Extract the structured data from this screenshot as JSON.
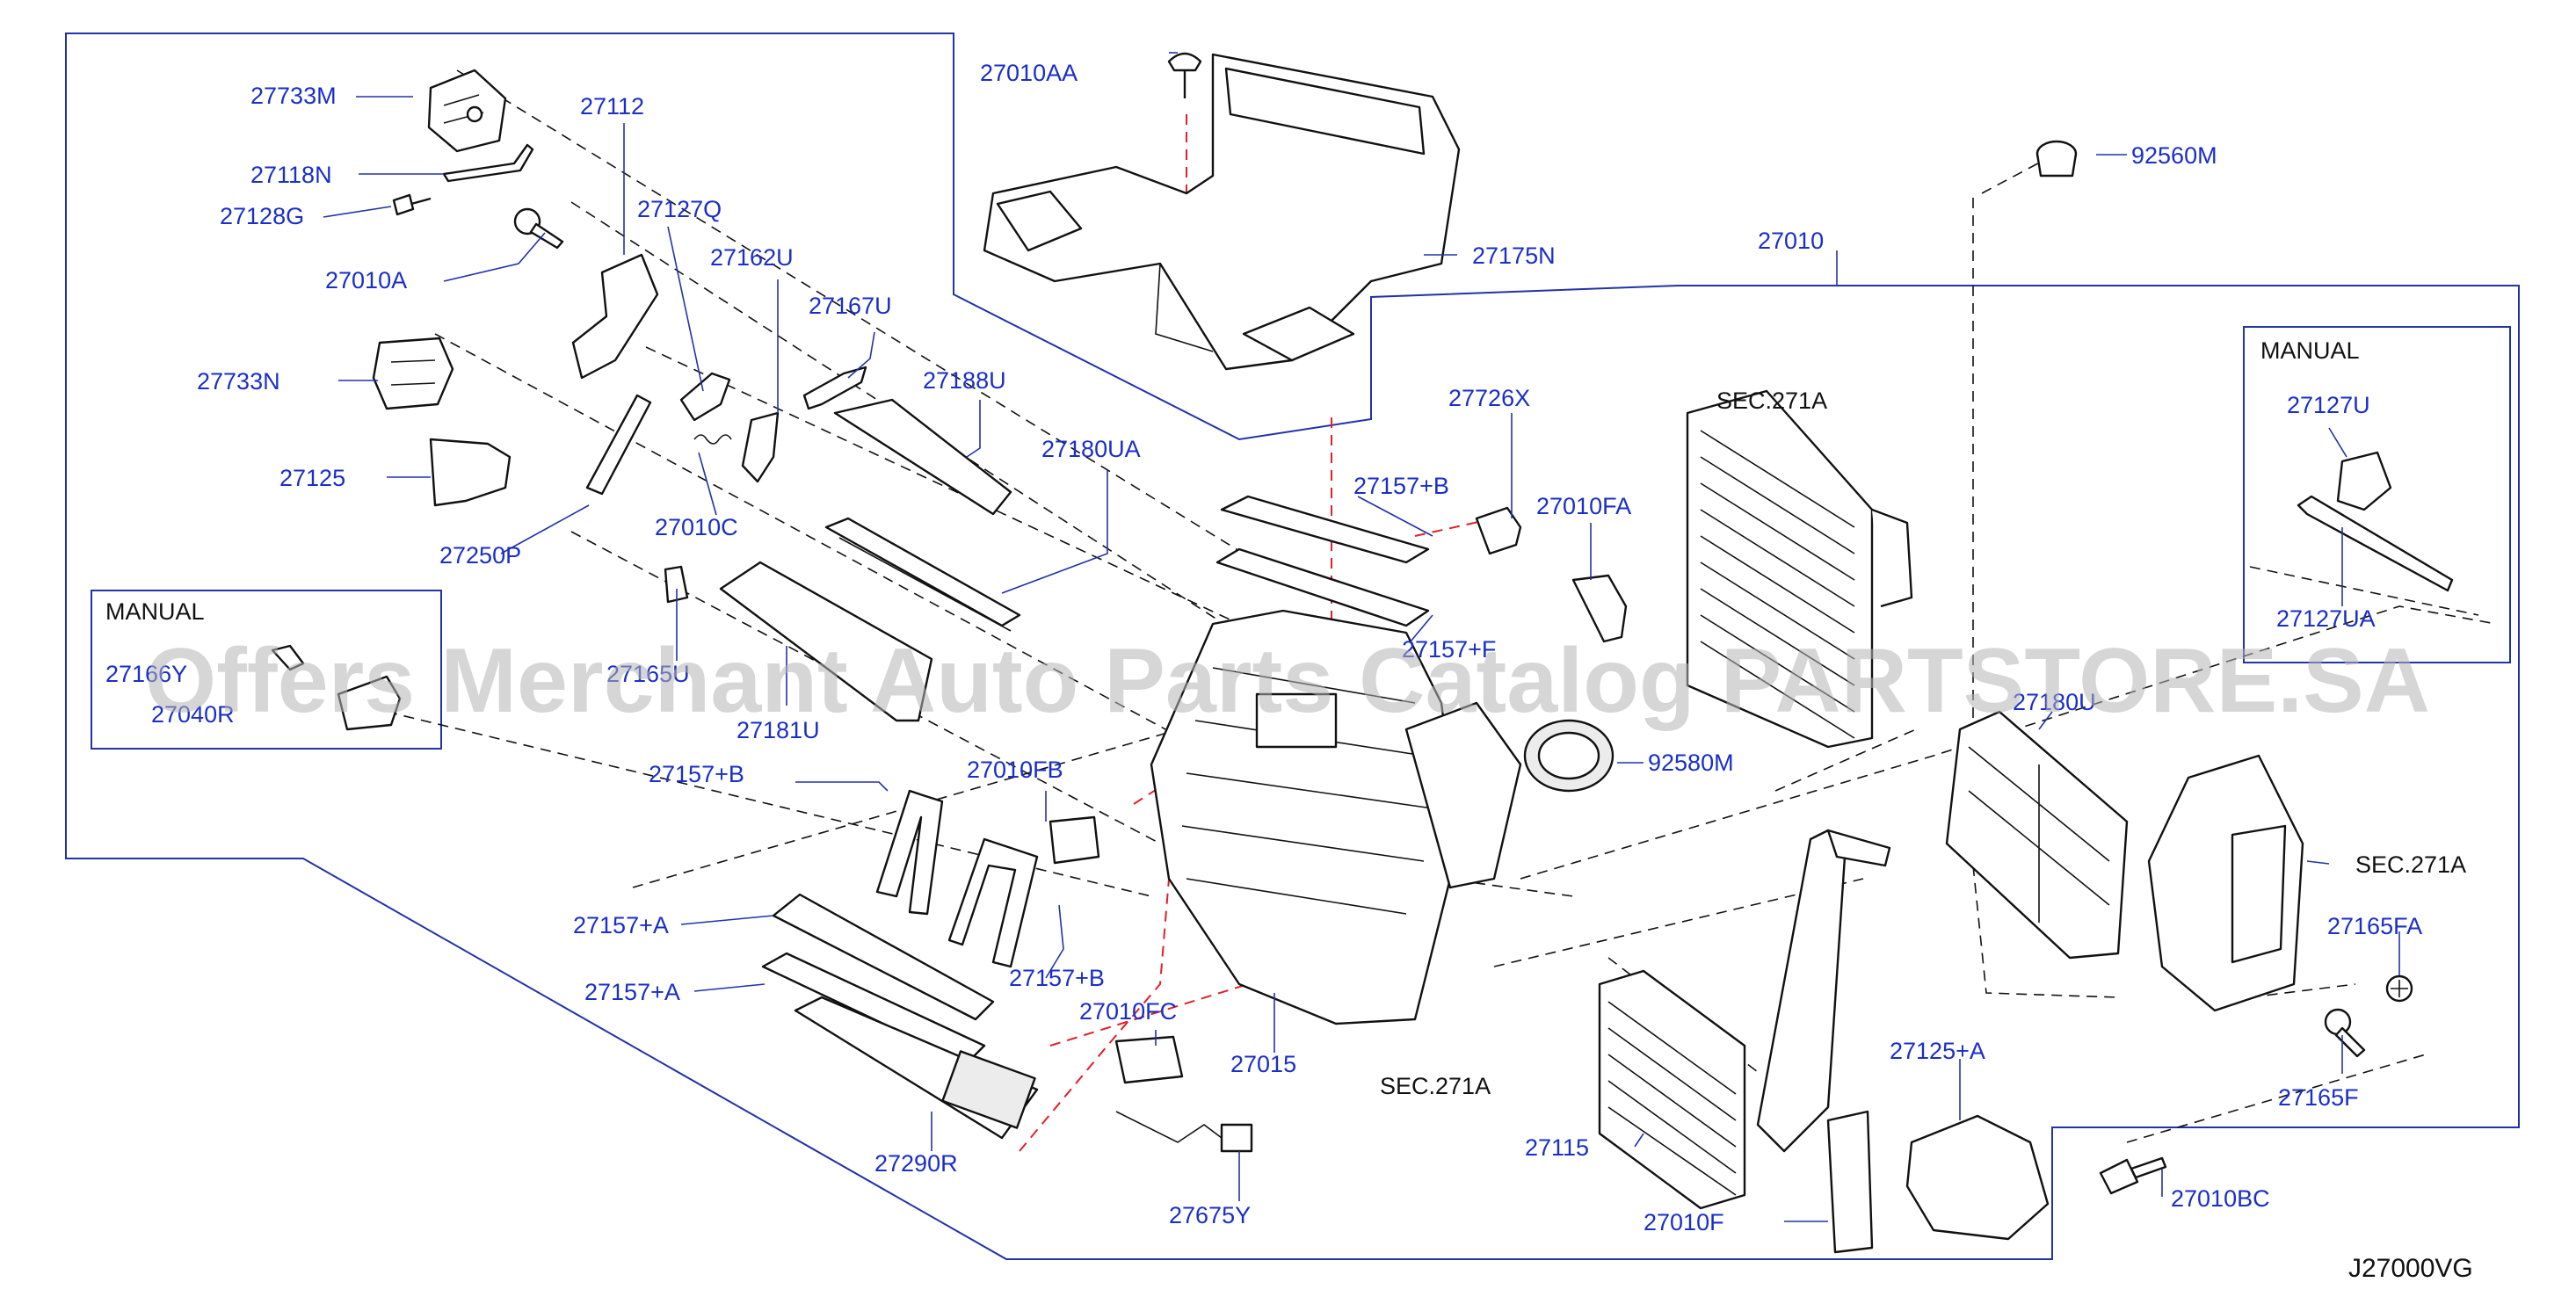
{
  "diagram_code": "J27000VG",
  "watermark": "Offers Merchant Auto Parts Catalog PARTSTORE.SA",
  "manual_box_left_title": "MANUAL",
  "manual_box_right_title": "MANUAL",
  "labels": [
    {
      "id": "p27733M",
      "text": "27733M"
    },
    {
      "id": "p27112",
      "text": "27112"
    },
    {
      "id": "p27118N",
      "text": "27118N"
    },
    {
      "id": "p27128G",
      "text": "27128G"
    },
    {
      "id": "p27127Q",
      "text": "27127Q"
    },
    {
      "id": "p27010A",
      "text": "27010A"
    },
    {
      "id": "p27162U",
      "text": "27162U"
    },
    {
      "id": "p27167U",
      "text": "27167U"
    },
    {
      "id": "p27733N",
      "text": "27733N"
    },
    {
      "id": "p27188U",
      "text": "27188U"
    },
    {
      "id": "p27125",
      "text": "27125"
    },
    {
      "id": "p27180UA",
      "text": "27180UA"
    },
    {
      "id": "p27250P",
      "text": "27250P"
    },
    {
      "id": "p27010C",
      "text": "27010C"
    },
    {
      "id": "p27166Y",
      "text": "27166Y"
    },
    {
      "id": "p27040R",
      "text": "27040R"
    },
    {
      "id": "p27165U",
      "text": "27165U"
    },
    {
      "id": "p27181U",
      "text": "27181U"
    },
    {
      "id": "p27010AA",
      "text": "27010AA"
    },
    {
      "id": "p27175N",
      "text": "27175N"
    },
    {
      "id": "p27010",
      "text": "27010"
    },
    {
      "id": "p92560M",
      "text": "92560M"
    },
    {
      "id": "p27726X",
      "text": "27726X"
    },
    {
      "id": "p27157B_top",
      "text": "27157+B"
    },
    {
      "id": "p27010FA",
      "text": "27010FA"
    },
    {
      "id": "p27157F",
      "text": "27157+F"
    },
    {
      "id": "p92580M",
      "text": "92580M"
    },
    {
      "id": "p27157B_left",
      "text": "27157+B"
    },
    {
      "id": "p27010FB",
      "text": "27010FB"
    },
    {
      "id": "p27157A_1",
      "text": "27157+A"
    },
    {
      "id": "p27157A_2",
      "text": "27157+A"
    },
    {
      "id": "p27157B_mid",
      "text": "27157+B"
    },
    {
      "id": "p27010FC",
      "text": "27010FC"
    },
    {
      "id": "p27015",
      "text": "27015"
    },
    {
      "id": "p27290R",
      "text": "27290R"
    },
    {
      "id": "p27675Y",
      "text": "27675Y"
    },
    {
      "id": "p27115",
      "text": "27115"
    },
    {
      "id": "p27010F",
      "text": "27010F"
    },
    {
      "id": "p27125A",
      "text": "27125+A"
    },
    {
      "id": "p27180U",
      "text": "27180U"
    },
    {
      "id": "p27165FA",
      "text": "27165FA"
    },
    {
      "id": "p27165F",
      "text": "27165F"
    },
    {
      "id": "p27010BC",
      "text": "27010BC"
    },
    {
      "id": "p27127U",
      "text": "27127U"
    },
    {
      "id": "p27127UA",
      "text": "27127UA"
    }
  ],
  "section_refs": [
    {
      "id": "sec_top",
      "text": "SEC.271A"
    },
    {
      "id": "sec_right",
      "text": "SEC.271A"
    },
    {
      "id": "sec_bottom",
      "text": "SEC.271A"
    }
  ]
}
